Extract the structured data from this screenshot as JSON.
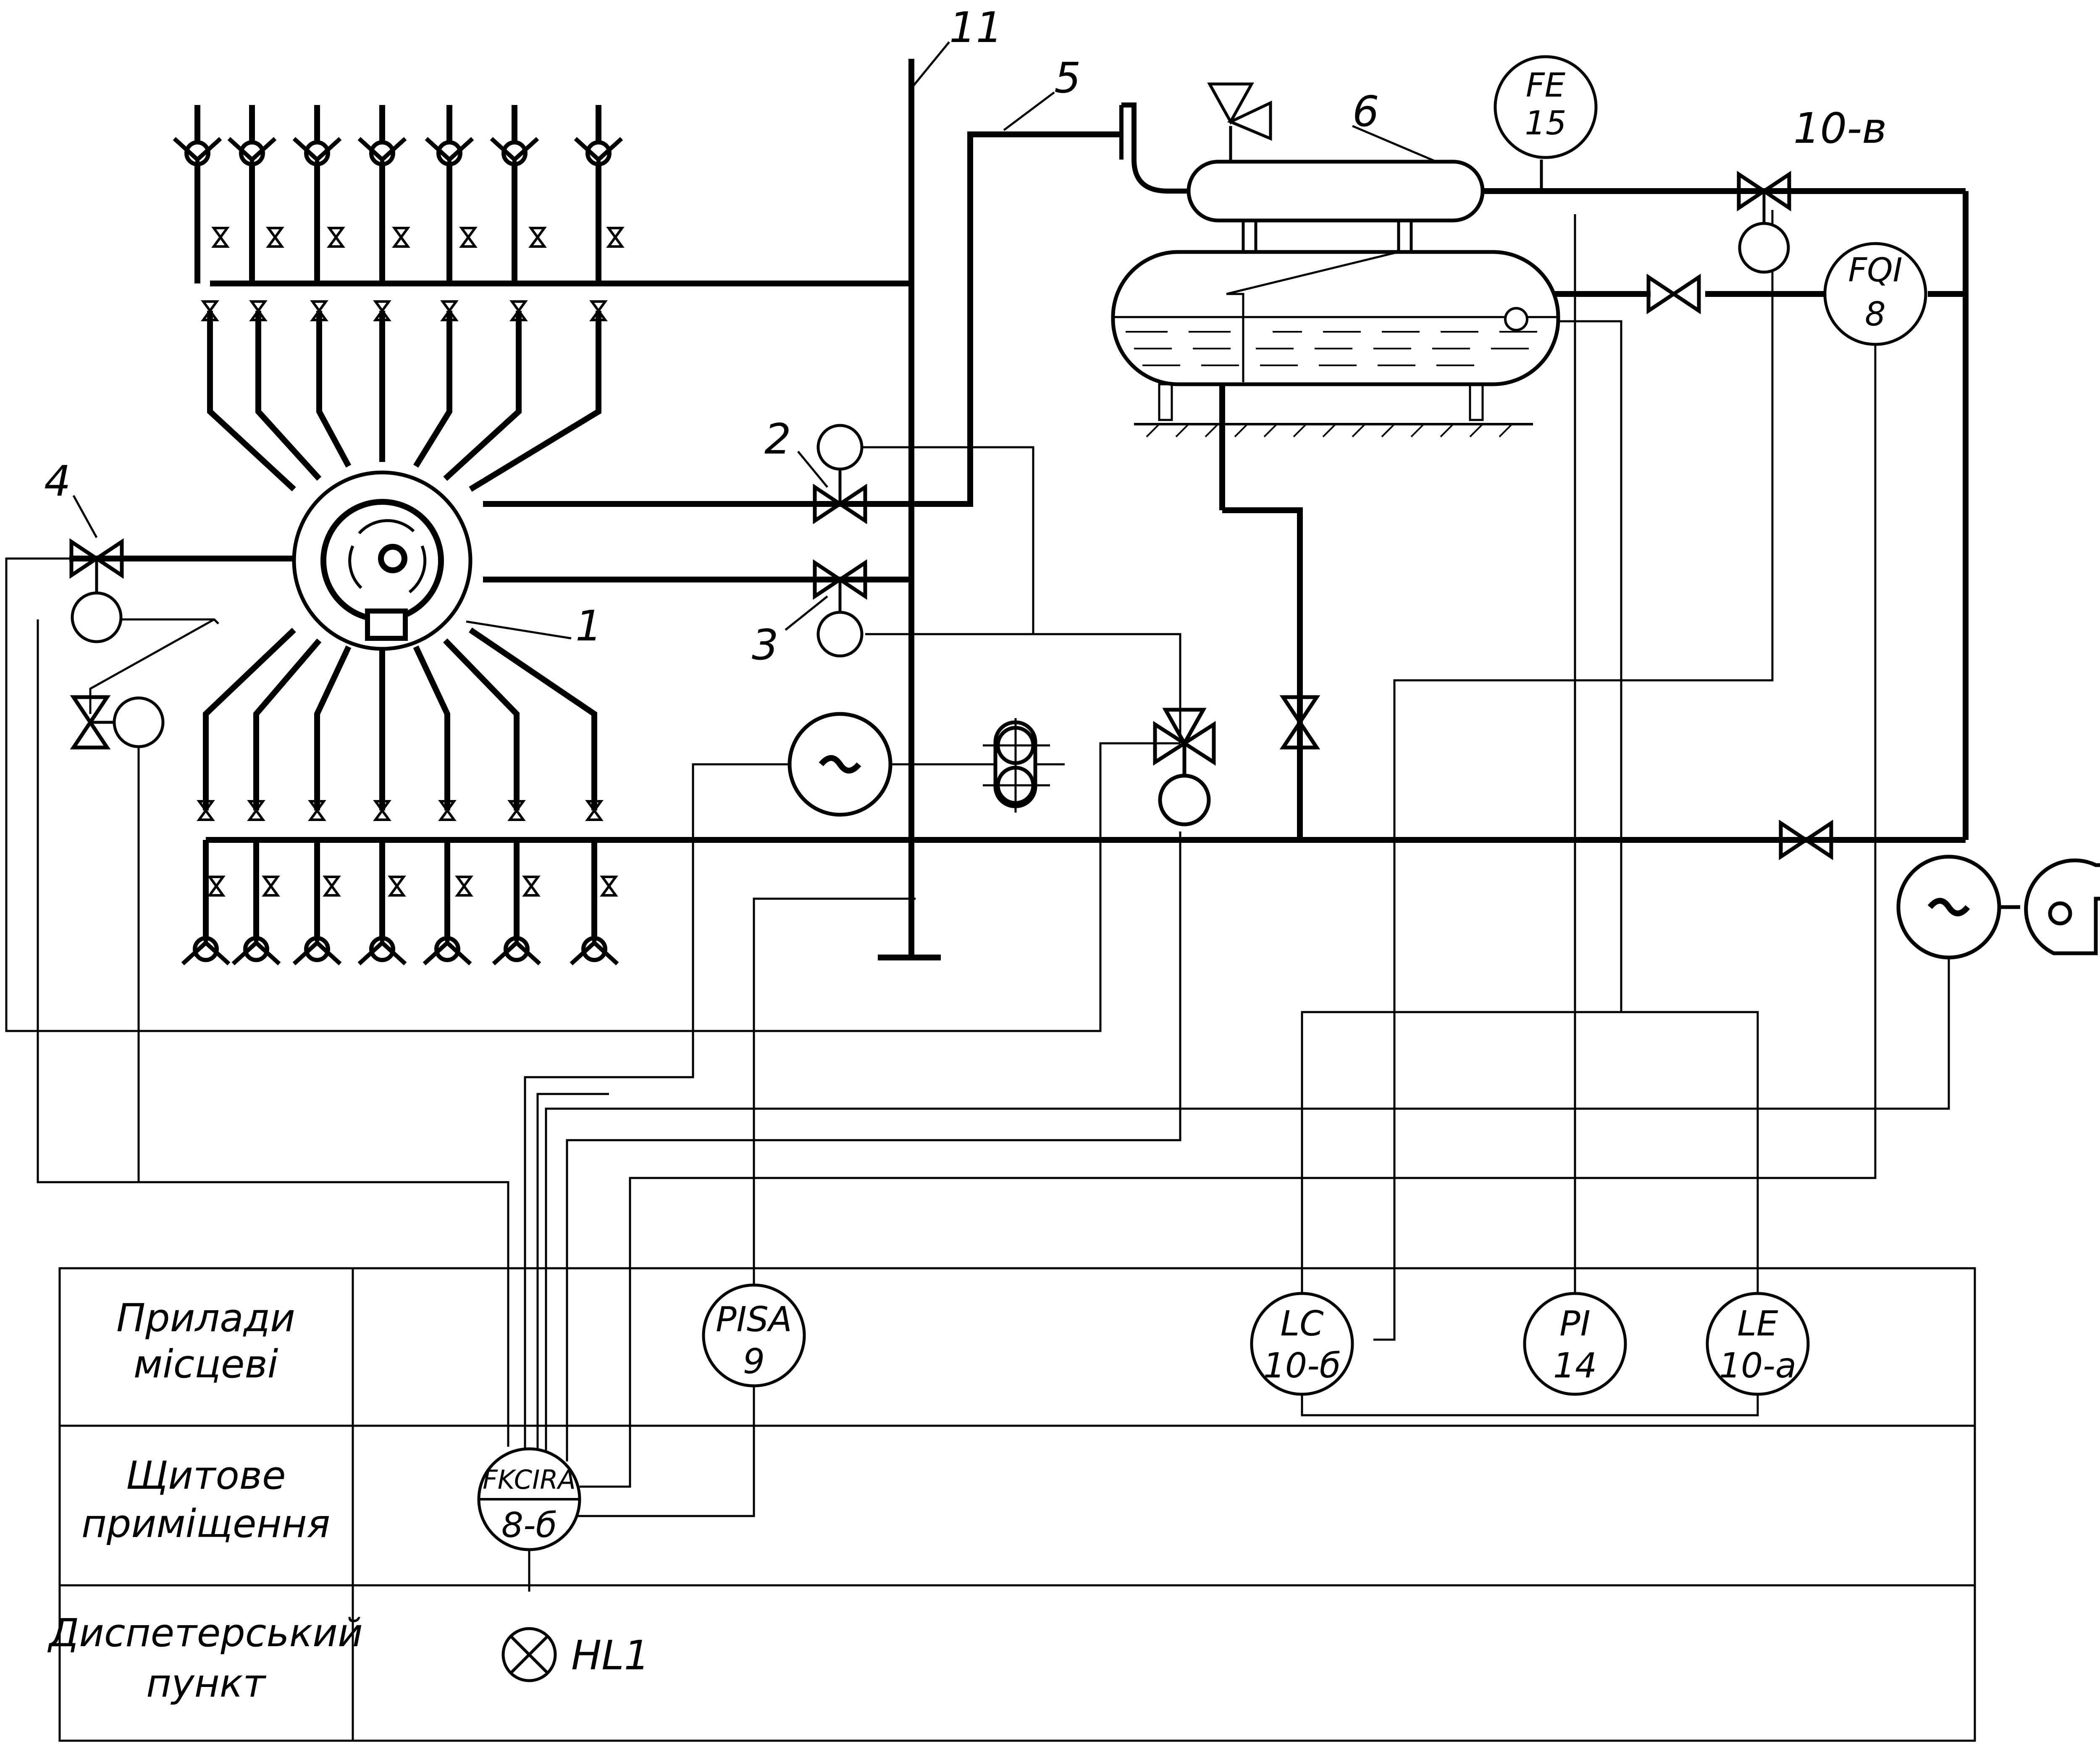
{
  "colors": {
    "line": "#000000",
    "background": "#ffffff"
  },
  "labels": {
    "main_line": "11",
    "steam_line": "5",
    "tank": "6",
    "boiler": "1",
    "valve_top": "2",
    "valve_mid": "3",
    "valve_left": "4",
    "valve_10v": "10-в"
  },
  "instruments": {
    "fe15": {
      "code": "FE",
      "num": "15"
    },
    "fqi8": {
      "code": "FQI",
      "num": "8"
    },
    "pisa9": {
      "code": "PISA",
      "num": "9"
    },
    "lc": {
      "code": "LC",
      "num": "10-б"
    },
    "pi14": {
      "code": "PI",
      "num": "14"
    },
    "le": {
      "code": "LE",
      "num": "10-а"
    },
    "fk": {
      "code": "FKCIRA",
      "num": "8-б"
    },
    "hl1": {
      "code": "HL1"
    }
  },
  "table": {
    "row1": [
      "Прилади",
      "місцеві"
    ],
    "row2": [
      "Щитове",
      "приміщення"
    ],
    "row3": [
      "Диспетерський",
      "пункт"
    ]
  }
}
